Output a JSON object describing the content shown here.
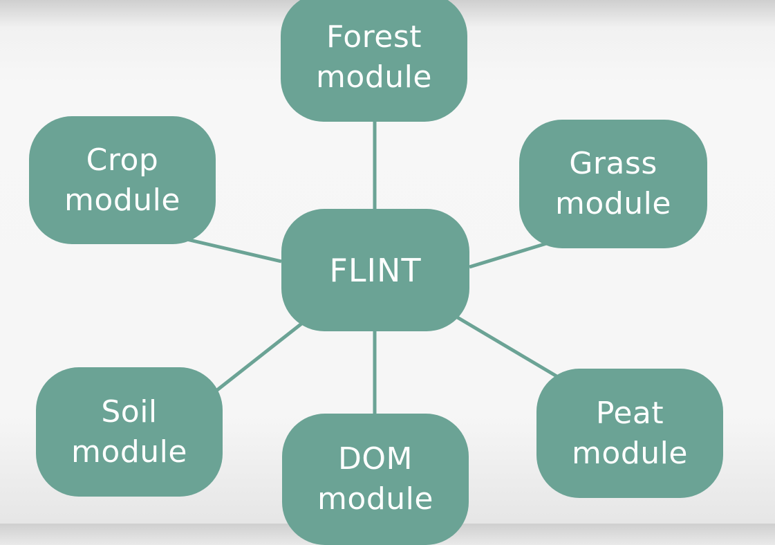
{
  "diagram": {
    "center": {
      "label": "FLINT"
    },
    "modules": [
      {
        "id": "forest",
        "line1": "Forest",
        "line2": "module"
      },
      {
        "id": "crop",
        "line1": "Crop",
        "line2": "module"
      },
      {
        "id": "grass",
        "line1": "Grass",
        "line2": "module"
      },
      {
        "id": "soil",
        "line1": "Soil",
        "line2": "module"
      },
      {
        "id": "dom",
        "line1": "DOM",
        "line2": "module"
      },
      {
        "id": "peat",
        "line1": "Peat",
        "line2": "module"
      }
    ],
    "edges": [
      {
        "from": "FLINT",
        "to": "Forest module"
      },
      {
        "from": "FLINT",
        "to": "Crop module"
      },
      {
        "from": "FLINT",
        "to": "Grass module"
      },
      {
        "from": "FLINT",
        "to": "Soil module"
      },
      {
        "from": "FLINT",
        "to": "DOM module"
      },
      {
        "from": "FLINT",
        "to": "Peat module"
      }
    ],
    "colors": {
      "node_fill": "#6ba395",
      "connector": "#6ba395",
      "text": "#ffffff"
    }
  }
}
